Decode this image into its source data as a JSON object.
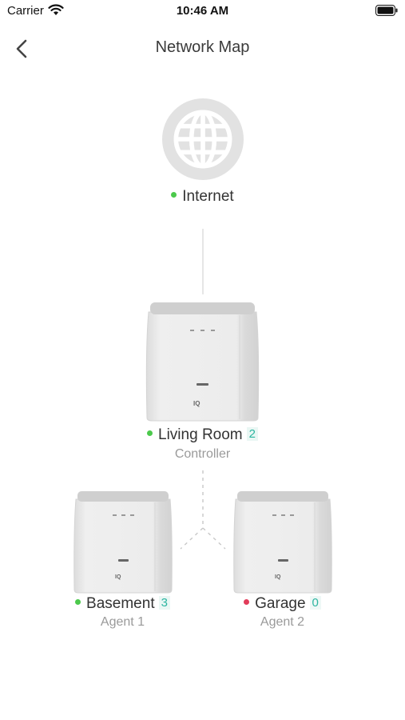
{
  "status_bar": {
    "carrier": "Carrier",
    "time": "10:46 AM"
  },
  "nav": {
    "title": "Network Map",
    "back_icon": "chevron-left-icon"
  },
  "internet": {
    "label": "Internet",
    "status": "online",
    "icon": "globe-icon"
  },
  "controller": {
    "name": "Living Room",
    "count": "2",
    "role": "Controller",
    "status": "online",
    "brand": "IQ"
  },
  "agents": [
    {
      "name": "Basement",
      "count": "3",
      "role": "Agent 1",
      "status": "online",
      "brand": "IQ"
    },
    {
      "name": "Garage",
      "count": "0",
      "role": "Agent 2",
      "status": "offline",
      "brand": "IQ"
    }
  ],
  "colors": {
    "online": "#4cc94c",
    "offline": "#e23c5a",
    "badge_text": "#2bb5a0",
    "globe": "#e2e2e2"
  }
}
